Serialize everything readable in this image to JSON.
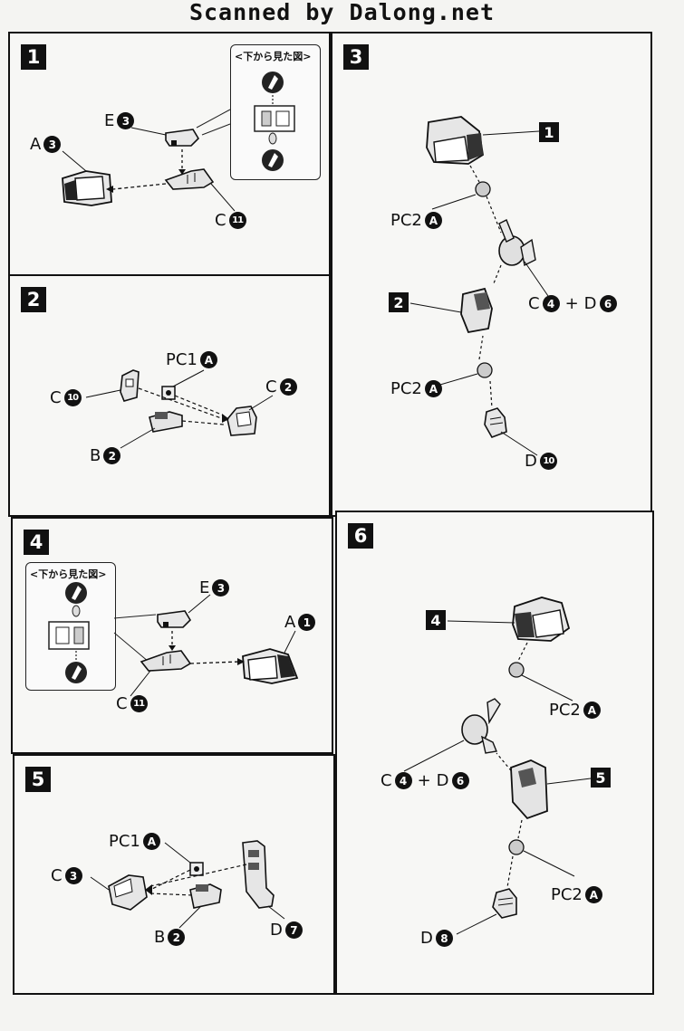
{
  "header": {
    "title": "Scanned by Dalong.net"
  },
  "steps": {
    "s1": {
      "num": "1",
      "view_title": "<下から見た図>"
    },
    "s2": {
      "num": "2"
    },
    "s3": {
      "num": "3",
      "ref1": "1",
      "ref2": "2"
    },
    "s4": {
      "num": "4",
      "view_title": "<下から見た図>"
    },
    "s5": {
      "num": "5"
    },
    "s6": {
      "num": "6",
      "ref4": "4",
      "ref5": "5"
    }
  },
  "labels": {
    "E": "E",
    "A": "A",
    "C": "C",
    "B": "B",
    "D": "D",
    "PC1": "PC1",
    "PC2": "PC2",
    "plus": "+",
    "n1": "1",
    "n2": "2",
    "n3": "3",
    "n4": "4",
    "n6": "6",
    "n7": "7",
    "n8": "8",
    "n10": "10",
    "n11": "11",
    "pA": "A"
  }
}
